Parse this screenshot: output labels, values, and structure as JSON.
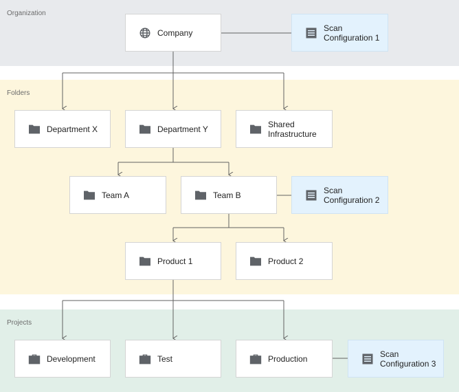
{
  "colors": {
    "organization_band": "#e8eaed",
    "folders_band": "#fdf6dd",
    "projects_band": "#e1efe8",
    "scan_box": "#e3f2fd",
    "connector": "#616161",
    "icon": "#5f6368"
  },
  "bands": {
    "organization": "Organization",
    "folders": "Folders",
    "projects": "Projects"
  },
  "nodes": {
    "company": {
      "label": "Company",
      "icon": "globe-icon"
    },
    "scan1": {
      "label": "Scan\nConfiguration 1",
      "icon": "scan-config-icon"
    },
    "dept_x": {
      "label": "Department X",
      "icon": "folder-icon"
    },
    "dept_y": {
      "label": "Department Y",
      "icon": "folder-icon"
    },
    "shared_infra": {
      "label": "Shared\nInfrastructure",
      "icon": "folder-icon"
    },
    "team_a": {
      "label": "Team A",
      "icon": "folder-icon"
    },
    "team_b": {
      "label": "Team B",
      "icon": "folder-icon"
    },
    "scan2": {
      "label": "Scan\nConfiguration 2",
      "icon": "scan-config-icon"
    },
    "product1": {
      "label": "Product 1",
      "icon": "folder-icon"
    },
    "product2": {
      "label": "Product 2",
      "icon": "folder-icon"
    },
    "development": {
      "label": "Development",
      "icon": "briefcase-icon"
    },
    "test": {
      "label": "Test",
      "icon": "briefcase-icon"
    },
    "production": {
      "label": "Production",
      "icon": "briefcase-icon"
    },
    "scan3": {
      "label": "Scan\nConfiguration 3",
      "icon": "scan-config-icon"
    }
  }
}
